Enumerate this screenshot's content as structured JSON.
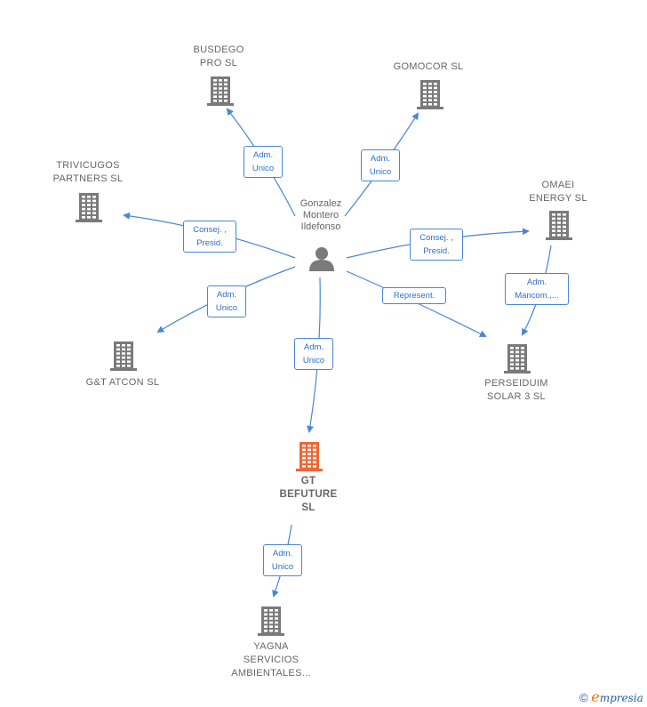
{
  "colors": {
    "edge": "#4a86d8",
    "company": "#7a7a7a",
    "focus_company": "#f26532",
    "person": "#7a7a7a"
  },
  "person": {
    "name": "Gonzalez\nMontero\nIldefonso",
    "icon": "person-icon"
  },
  "companies": [
    {
      "id": "busdego",
      "name": "BUSDEGO\nPRO  SL",
      "icon": "building-icon"
    },
    {
      "id": "gomocor",
      "name": "GOMOCOR  SL",
      "icon": "building-icon"
    },
    {
      "id": "trivicugos",
      "name": "TRIVICUGOS\nPARTNERS  SL",
      "icon": "building-icon"
    },
    {
      "id": "omaei",
      "name": "OMAEI\nENERGY  SL",
      "icon": "building-icon"
    },
    {
      "id": "gatcon",
      "name": "G&T ATCON  SL",
      "icon": "building-icon"
    },
    {
      "id": "perseiduim",
      "name": "PERSEIDUIM\nSOLAR 3  SL",
      "icon": "building-icon"
    },
    {
      "id": "gtbefuture",
      "name": "GT\nBEFUTURE\nSL",
      "icon": "building-icon",
      "focus": true
    },
    {
      "id": "yagna",
      "name": "YAGNA\nSERVICIOS\nAMBIENTALES...",
      "icon": "building-icon"
    }
  ],
  "relations": [
    {
      "id": "r-busdego",
      "label": "Adm.\nUnico"
    },
    {
      "id": "r-gomocor",
      "label": "Adm.\nUnico"
    },
    {
      "id": "r-trivicugos",
      "label": "Consej. ,\nPresid."
    },
    {
      "id": "r-omaei",
      "label": "Consej. ,\nPresid."
    },
    {
      "id": "r-gatcon",
      "label": "Adm.\nUnico"
    },
    {
      "id": "r-perseiduim",
      "label": "Represent."
    },
    {
      "id": "r-gtbefuture",
      "label": "Adm.\nUnico"
    },
    {
      "id": "r-omaei-perseiduim",
      "label": "Adm.\nMancom.,..."
    },
    {
      "id": "r-gtbefuture-yagna",
      "label": "Adm.\nUnico"
    }
  ],
  "footer": {
    "copyright": "©",
    "brand_initial": "e",
    "brand_rest": "mpresia"
  }
}
